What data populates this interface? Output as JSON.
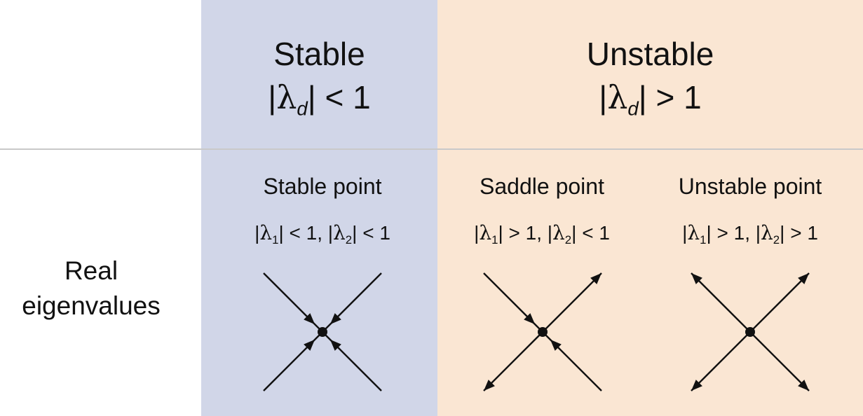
{
  "columns": {
    "stable": {
      "title": "Stable",
      "condition": {
        "open": "|",
        "symbol": "λ",
        "sub": "d",
        "close": "| < 1"
      },
      "bg_color": "#d1d6e8"
    },
    "unstable": {
      "title": "Unstable",
      "condition": {
        "open": "|",
        "symbol": "λ",
        "sub": "d",
        "close": "| > 1"
      },
      "bg_color": "#fae6d3"
    }
  },
  "row": {
    "label_line1": "Real",
    "label_line2": "eigenvalues"
  },
  "cases": [
    {
      "title": "Stable point",
      "cond": {
        "p1": "|",
        "l1": "λ",
        "s1": "1",
        "m": "| < 1, |",
        "l2": "λ",
        "s2": "2",
        "e": "| < 1"
      },
      "arrows": [
        "in",
        "in",
        "in",
        "in"
      ]
    },
    {
      "title": "Saddle point",
      "cond": {
        "p1": "|",
        "l1": "λ",
        "s1": "1",
        "m": "| > 1, |",
        "l2": "λ",
        "s2": "2",
        "e": "| < 1"
      },
      "arrows": [
        "in",
        "out",
        "out",
        "in"
      ]
    },
    {
      "title": "Unstable point",
      "cond": {
        "p1": "|",
        "l1": "λ",
        "s1": "1",
        "m": "| > 1, |",
        "l2": "λ",
        "s2": "2",
        "e": "| > 1"
      },
      "arrows": [
        "out",
        "out",
        "out",
        "out"
      ]
    }
  ],
  "colors": {
    "ink": "#111111",
    "divider": "#c9c9c9"
  }
}
